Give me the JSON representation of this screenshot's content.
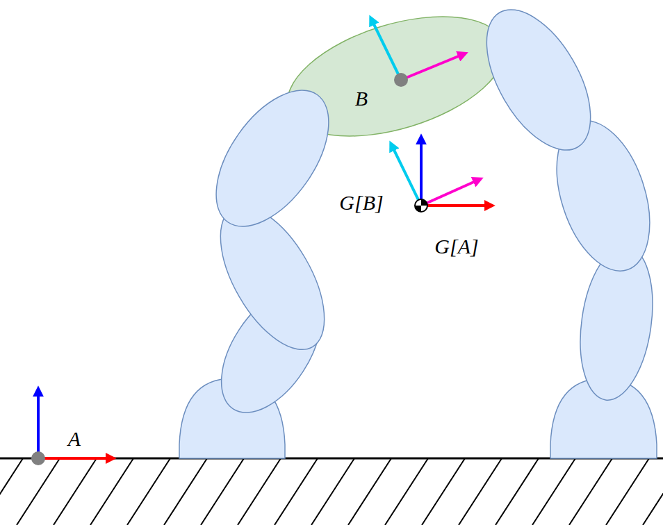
{
  "diagram": {
    "labels": [
      "A",
      "B",
      "G[B]",
      "G[A]"
    ]
  }
}
